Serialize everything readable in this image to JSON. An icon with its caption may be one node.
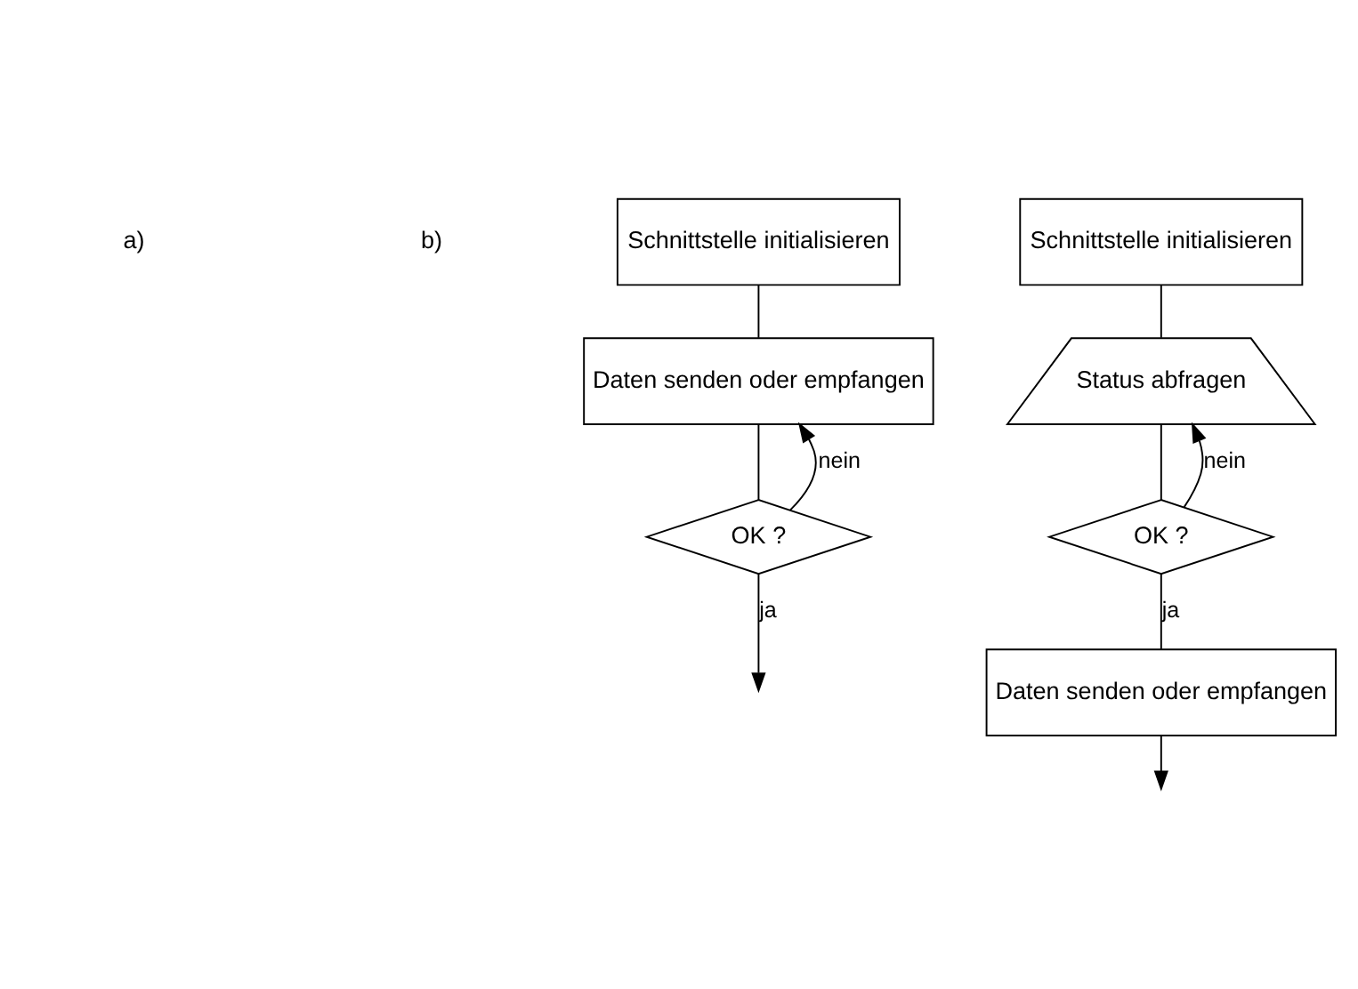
{
  "diagram": {
    "nodes": [
      {
        "text": [
          "Schnittstelle initialisieren"
        ]
      },
      {
        "text": [
          "Daten senden oder empfangen"
        ]
      },
      {
        "text": [
          "OK ?"
        ]
      },
      {
        "text": [
          "Schnittstelle initialisieren"
        ]
      },
      {
        "text": [
          "Status abfragen"
        ]
      },
      {
        "text": [
          "OK ?"
        ]
      },
      {
        "text": [
          "Daten senden oder empfangen"
        ]
      }
    ],
    "edges": [
      {
        "from": 0,
        "to": 1,
        "arrow": "none"
      },
      {
        "from": 1,
        "to": 2,
        "arrow": "none"
      },
      {
        "from": 2,
        "to": 1,
        "arrow": "to",
        "label": "nein"
      },
      {
        "from": 2,
        "to": null,
        "arrow": "to",
        "label": "ja"
      },
      {
        "from": 3,
        "to": 4,
        "arrow": "none"
      },
      {
        "from": 4,
        "to": 5,
        "arrow": "none"
      },
      {
        "from": 5,
        "to": 4,
        "arrow": "to",
        "label": "nein"
      },
      {
        "from": 5,
        "to": 6,
        "arrow": "none",
        "label": "ja"
      },
      {
        "from": 6,
        "to": null,
        "arrow": "to"
      }
    ],
    "labels": [
      "a)",
      "b)"
    ]
  }
}
